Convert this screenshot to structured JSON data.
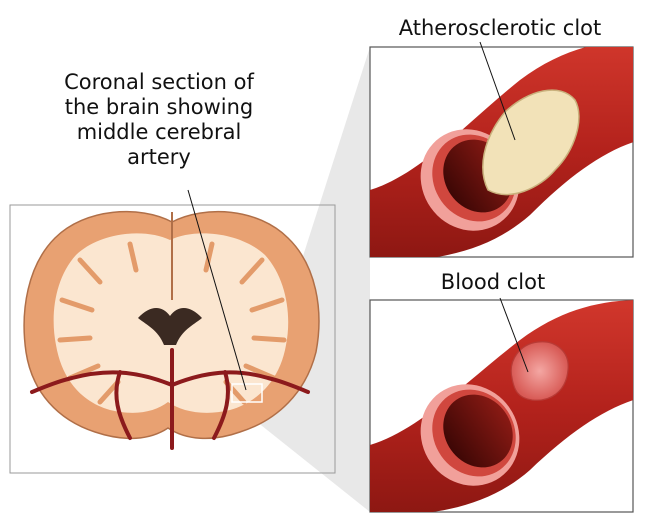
{
  "labels": {
    "brain_section": "Coronal section of\nthe brain showing\nmiddle cerebral\nartery",
    "atherosclerotic_clot": "Atherosclerotic clot",
    "blood_clot": "Blood clot"
  },
  "colors": {
    "artery_red": "#b3221c",
    "artery_dark": "#7a1410",
    "brain_gray_matter": "#e8a172",
    "brain_white_matter": "#fbe6d0",
    "plaque": "#f2e2b8",
    "blood_clot": "#e87a78"
  }
}
